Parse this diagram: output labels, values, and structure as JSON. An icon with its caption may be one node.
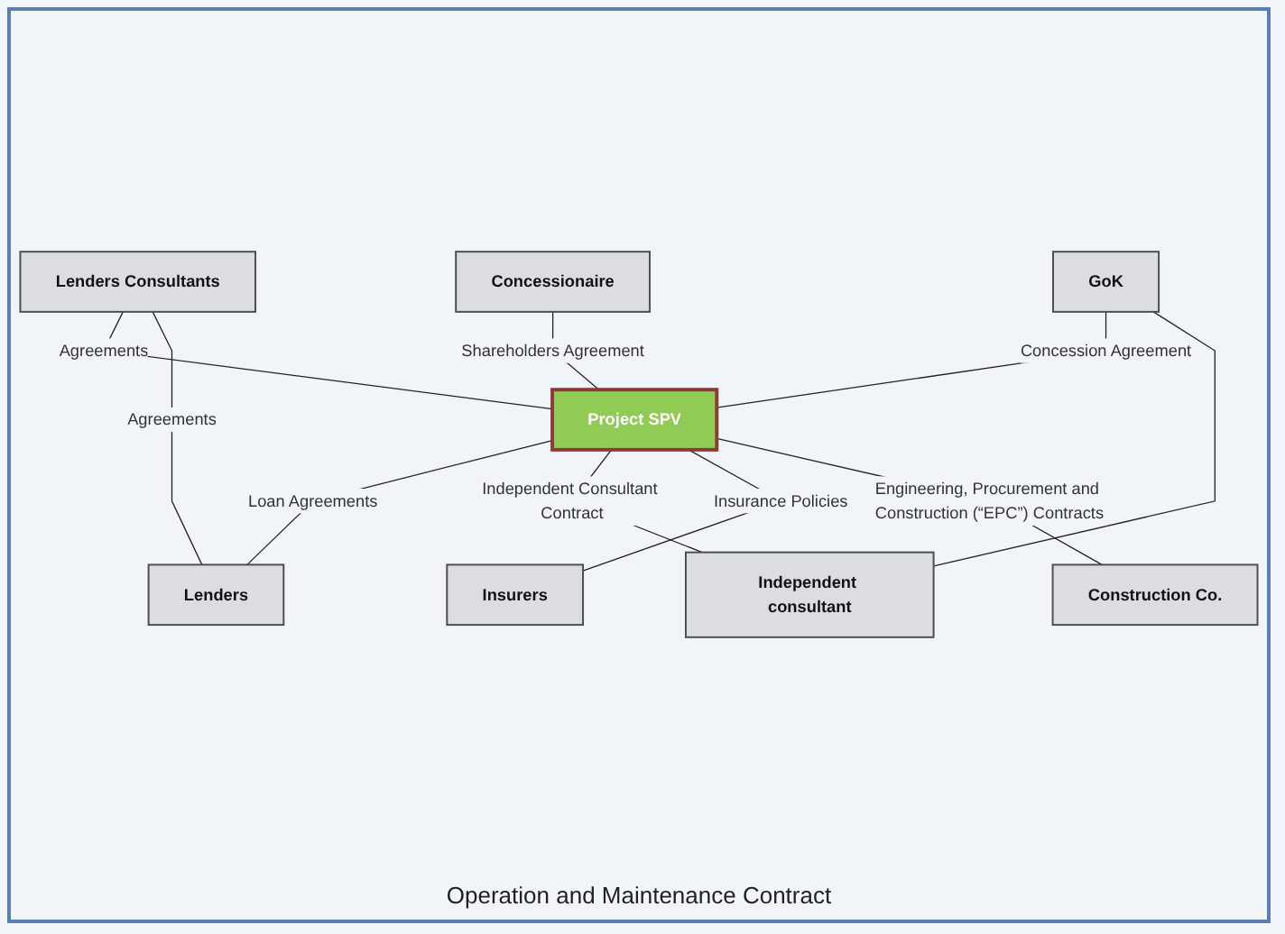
{
  "diagram": {
    "nodes": [
      {
        "text": [
          "Concessionaire"
        ]
      },
      {
        "text": [
          "Lenders Consultants"
        ]
      },
      {
        "text": [
          "GoK"
        ]
      },
      {
        "text": [
          "Project SPV"
        ]
      },
      {
        "text": [
          "Lenders"
        ]
      },
      {
        "text": [
          "Independent consultant"
        ]
      },
      {
        "text": [
          "Insurers"
        ]
      },
      {
        "text": [
          "Construction Co."
        ]
      }
    ],
    "edges": [
      {
        "from": 0,
        "to": 3,
        "arrow": "none",
        "label": "Shareholders Agreement"
      },
      {
        "from": 1,
        "to": 3,
        "arrow": "none",
        "label": "Agreements"
      },
      {
        "from": 1,
        "to": 4,
        "arrow": "none",
        "label": "Agreements"
      },
      {
        "from": 2,
        "to": 3,
        "arrow": "none",
        "label": "Concession Agreement"
      },
      {
        "from": 3,
        "to": 4,
        "arrow": "none",
        "label": "Loan Agreements"
      },
      {
        "from": 2,
        "to": 5,
        "arrow": "none"
      },
      {
        "from": 3,
        "to": 5,
        "arrow": "none",
        "label": "Independent Consultant Contract"
      },
      {
        "from": 3,
        "to": 6,
        "arrow": "none",
        "label": "Insurance Policies"
      },
      {
        "from": 3,
        "to": 7,
        "arrow": "none",
        "label": "Engineering, Procurement and Construction (“EPC”) Contracts"
      }
    ],
    "labels": [
      "Operation and Maintenance Contract"
    ]
  }
}
